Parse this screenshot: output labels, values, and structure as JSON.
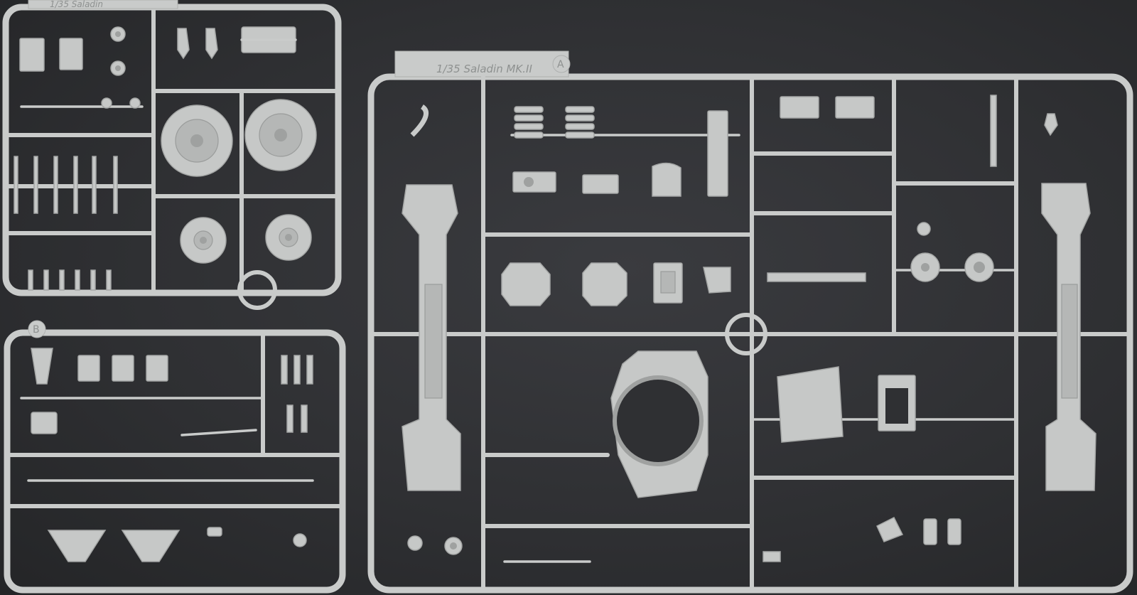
{
  "photo": {
    "subject": "1/35 Saladin Mk.II plastic model kit sprues on a dark background",
    "background_color": "#2c2d30",
    "plastic_color": "#c9cbca"
  },
  "sprues": [
    {
      "letter": "A",
      "label": "1/35 Saladin MK.II"
    },
    {
      "letter": "B",
      "label": ""
    },
    {
      "letter": "",
      "label": "1/35 Saladin"
    }
  ]
}
